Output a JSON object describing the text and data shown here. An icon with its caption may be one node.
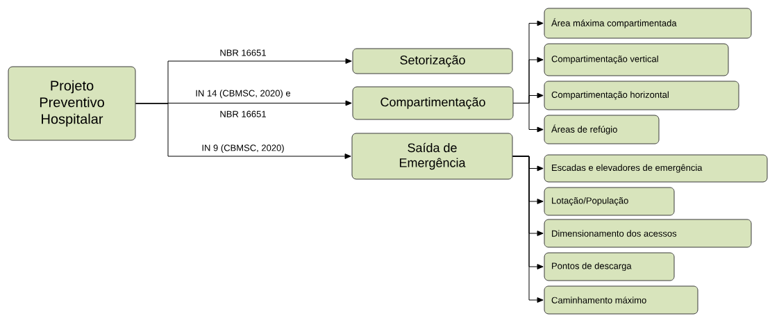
{
  "diagram": {
    "nodes": [
      {
        "text": [
          "Projeto Preventivo Hospitalar"
        ]
      },
      {
        "text": [
          "Setorização"
        ]
      },
      {
        "text": [
          "Compartimentação"
        ]
      },
      {
        "text": [
          "Saída de Emergência"
        ]
      },
      {
        "text": [
          "Área máxima compartimentada"
        ]
      },
      {
        "text": [
          "Compartimentação vertical"
        ]
      },
      {
        "text": [
          "Compartimentação horizontal"
        ]
      },
      {
        "text": [
          "Áreas de refúgio"
        ]
      },
      {
        "text": [
          "Escadas e elevadores de emergência"
        ]
      },
      {
        "text": [
          "Lotação/População"
        ]
      },
      {
        "text": [
          "Dimensionamento dos acessos"
        ]
      },
      {
        "text": [
          "Pontos de descarga"
        ]
      },
      {
        "text": [
          "Caminhamento máximo"
        ]
      }
    ],
    "edges": [
      {
        "from": 0,
        "to": 1,
        "arrow": "to",
        "label": "NBR 16651"
      },
      {
        "from": 0,
        "to": 2,
        "arrow": "to",
        "label": "IN 14 (CBMSC, 2020) e NBR 16651"
      },
      {
        "from": 0,
        "to": 3,
        "arrow": "to",
        "label": "IN 9 (CBMSC, 2020)"
      },
      {
        "from": 2,
        "to": 4,
        "arrow": "to"
      },
      {
        "from": 2,
        "to": 5,
        "arrow": "to"
      },
      {
        "from": 2,
        "to": 6,
        "arrow": "to"
      },
      {
        "from": 2,
        "to": 7,
        "arrow": "to"
      },
      {
        "from": 3,
        "to": 8,
        "arrow": "to"
      },
      {
        "from": 3,
        "to": 9,
        "arrow": "to"
      },
      {
        "from": 3,
        "to": 10,
        "arrow": "to"
      },
      {
        "from": 3,
        "to": 11,
        "arrow": "to"
      },
      {
        "from": 3,
        "to": 12,
        "arrow": "to"
      }
    ]
  }
}
